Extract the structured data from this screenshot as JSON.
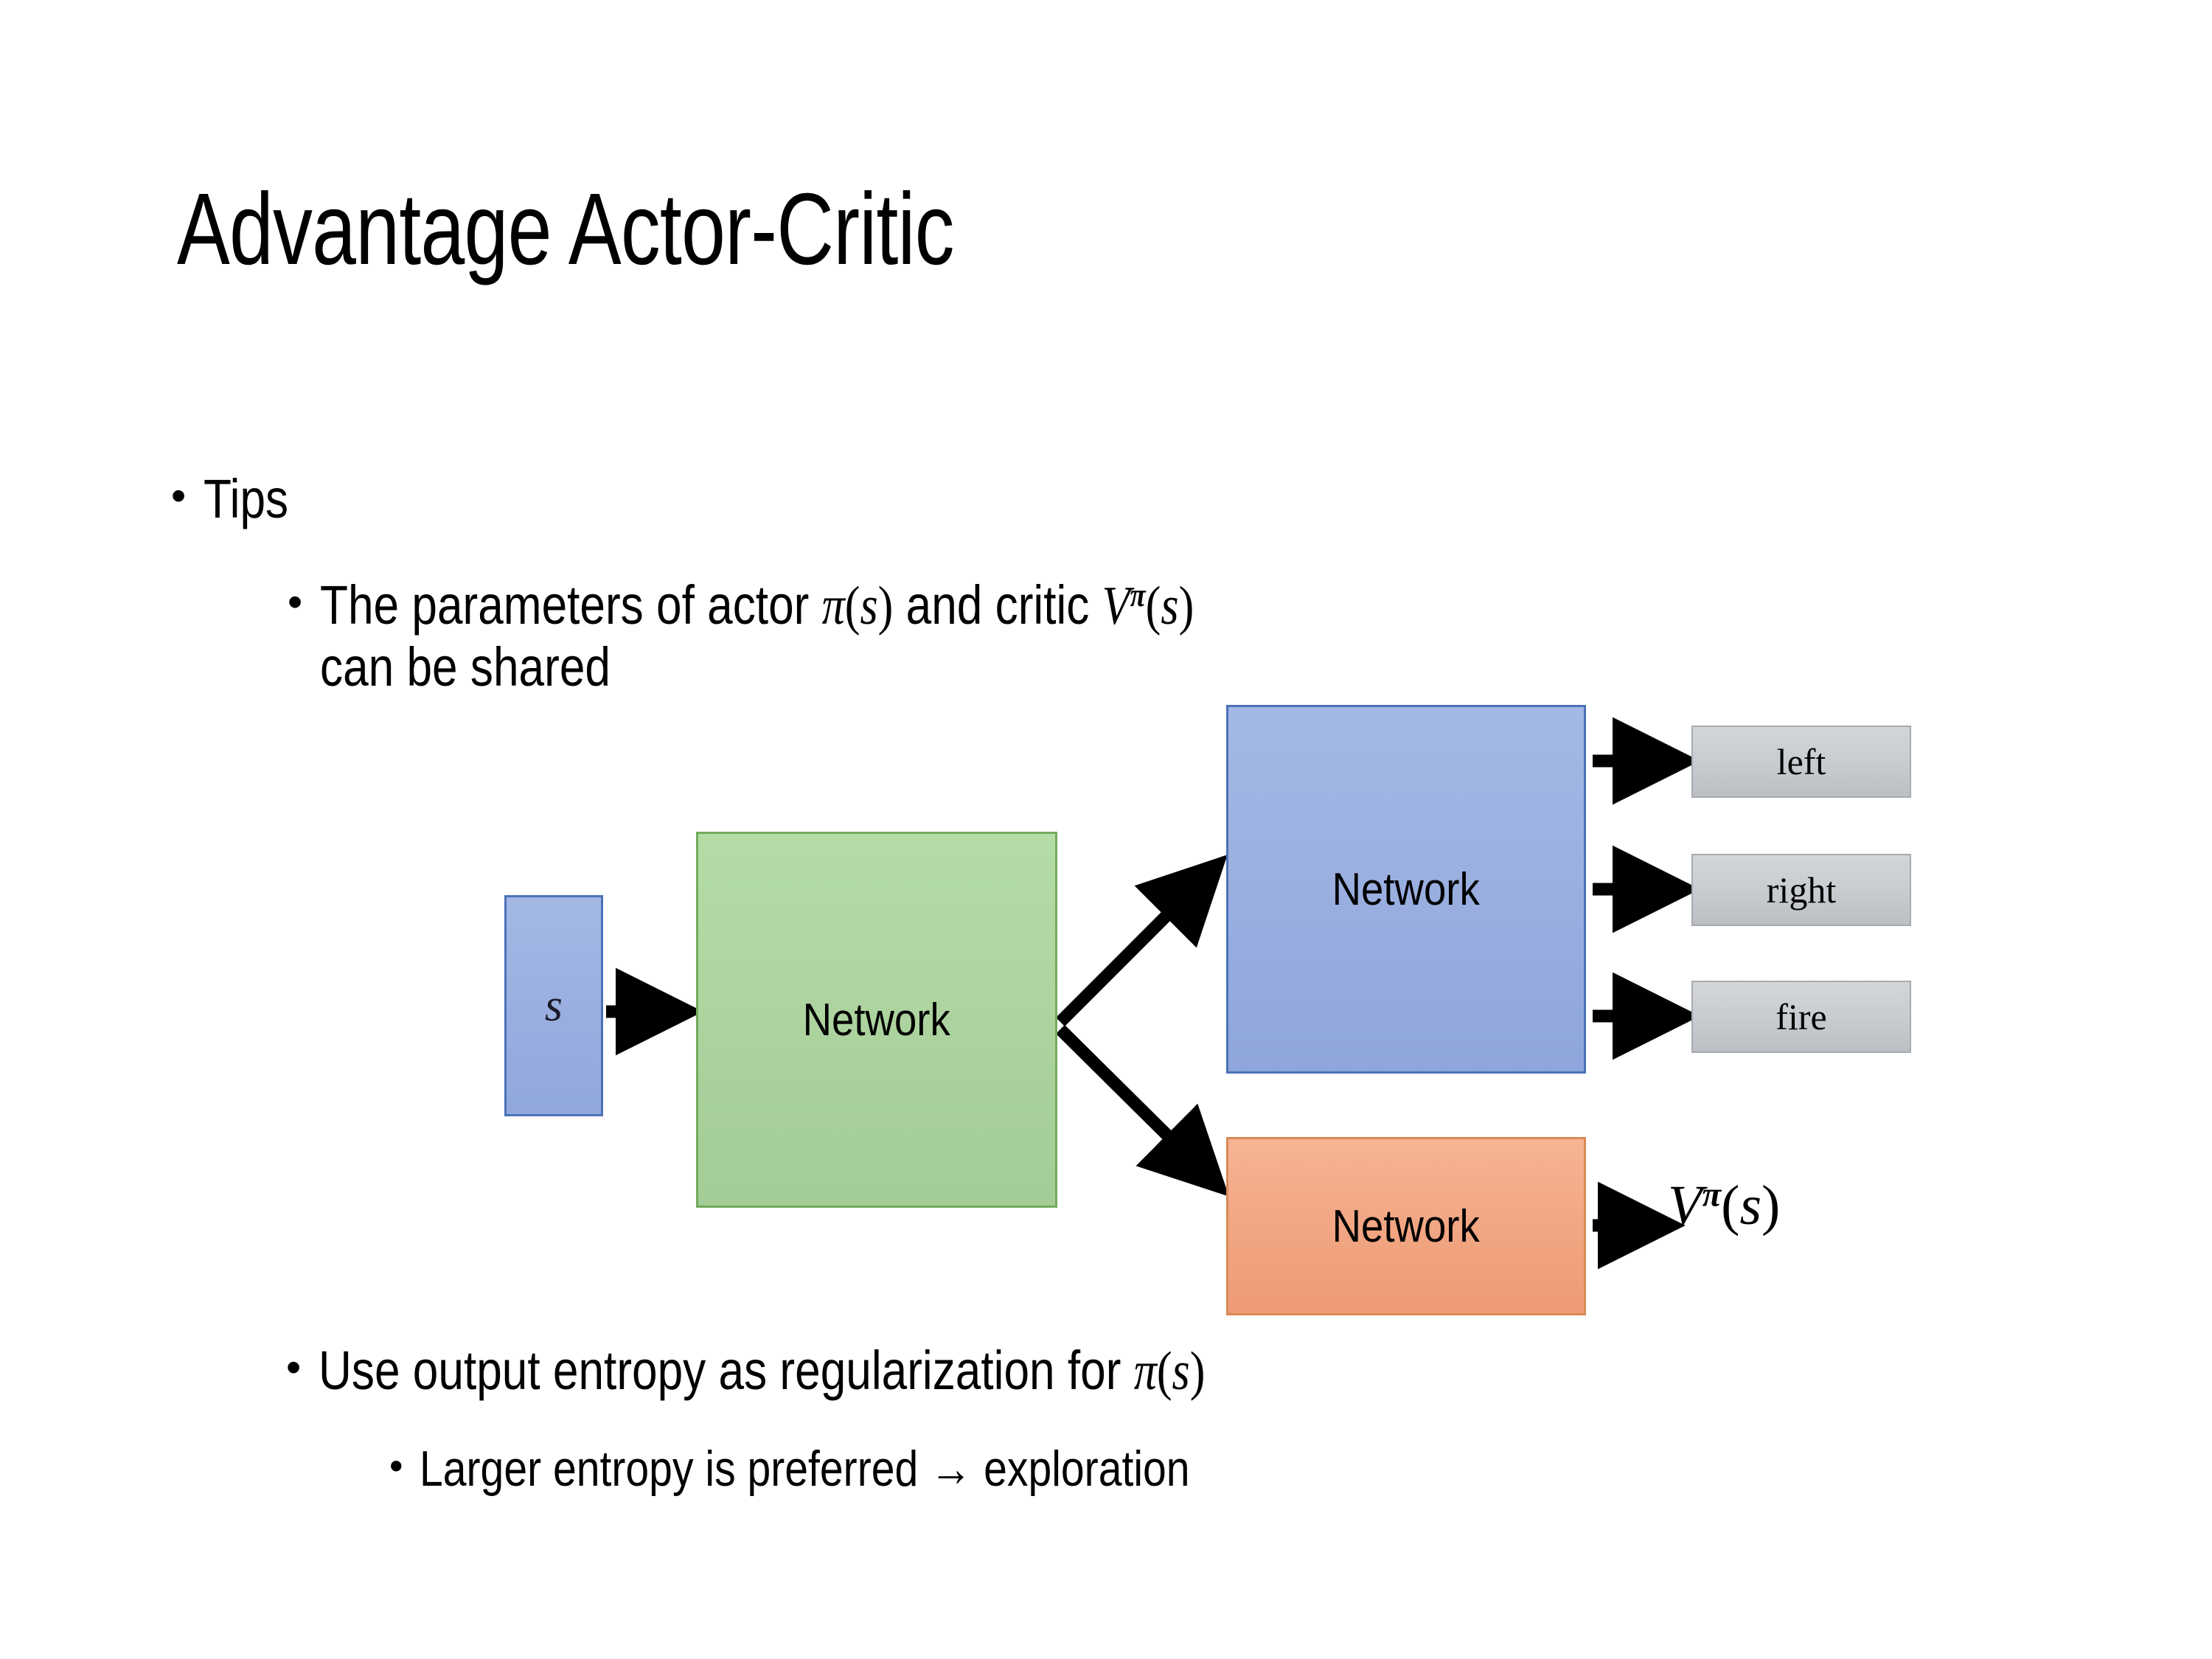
{
  "slide": {
    "title": "Advantage Actor-Critic",
    "bullets": {
      "tips": "Tips",
      "shared_prefix": "The parameters of actor ",
      "shared_actor_math": "π(s)",
      "shared_middle": "  and critic ",
      "shared_critic_math": "Vπ(s)",
      "shared_suffix": "can be shared",
      "entropy_prefix": "Use output entropy as regularization for ",
      "entropy_math": "π(s)",
      "exploration": "Larger entropy is preferred → exploration",
      "bullet_glyph": "•"
    }
  },
  "diagram": {
    "state_label": "s",
    "shared_network_label": "Network",
    "actor_network_label": "Network",
    "critic_network_label": "Network",
    "outputs": [
      {
        "label": "left"
      },
      {
        "label": "right"
      },
      {
        "label": "fire"
      }
    ],
    "critic_output": "Vπ(s)",
    "colors": {
      "state_fill": "#9bb0e0",
      "state_border": "#4a72b8",
      "shared_fill": "#aed4a0",
      "shared_border": "#72ab5c",
      "actor_fill": "#9bb0e0",
      "actor_border": "#4a72b8",
      "critic_fill": "#f2a683",
      "critic_border": "#d98a55",
      "output_fill": "#c9ccd0",
      "output_border": "#a7abaf",
      "arrow": "#000000",
      "background": "#ffffff",
      "text": "#000000"
    }
  }
}
